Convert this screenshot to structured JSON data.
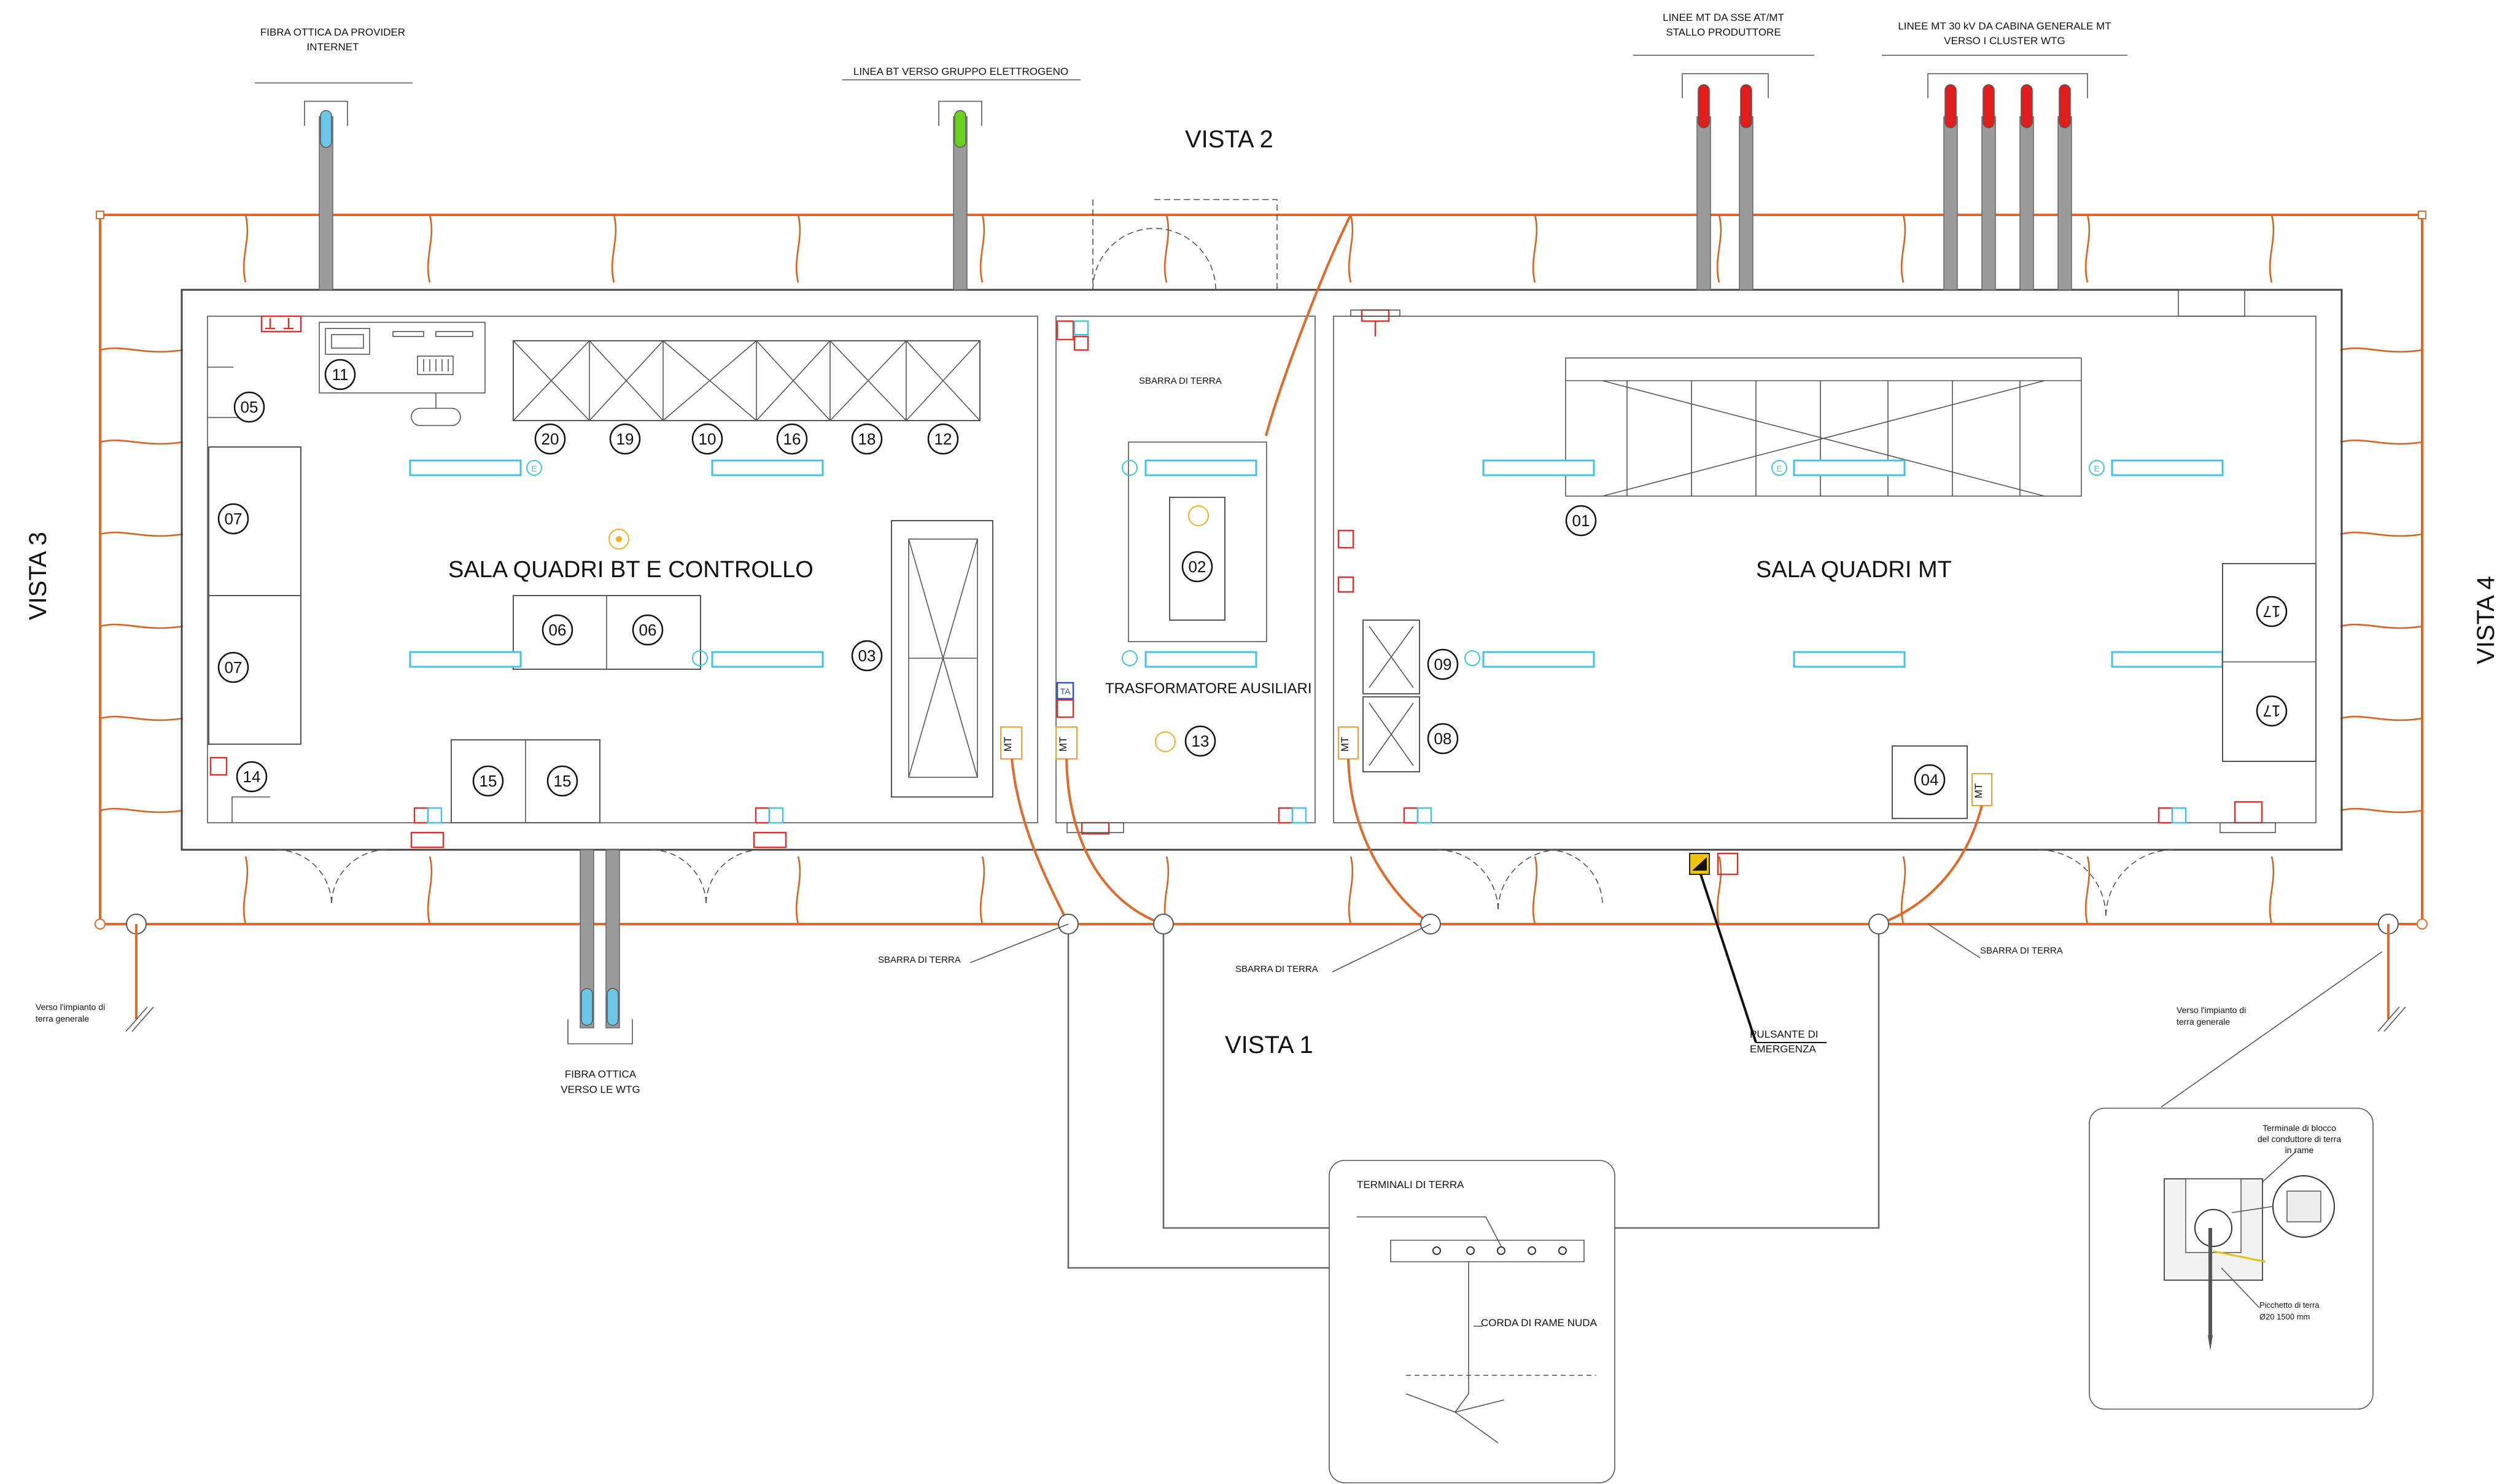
{
  "views": {
    "top": "VISTA 2",
    "bottom": "VISTA 1",
    "left": "VISTA 3",
    "right": "VISTA 4"
  },
  "rooms": {
    "bt": "SALA QUADRI BT E CONTROLLO",
    "trafo": "TRASFORMATORE AUSILIARI",
    "mt": "SALA QUADRI MT"
  },
  "incoming": {
    "fibre_provider": [
      "FIBRA OTTICA DA PROVIDER",
      "INTERNET"
    ],
    "bt_generator": [
      "LINEA BT VERSO GRUPPO ELETTROGENO"
    ],
    "mt_sse": [
      "LINEE MT DA SSE AT/MT",
      "STALLO PRODUTTORE"
    ],
    "mt_cluster": [
      "LINEE MT 30 kV DA CABINA GENERALE MT",
      "VERSO I CLUSTER WTG"
    ],
    "fibre_wtg": [
      "FIBRA OTTICA",
      "VERSO LE WTG"
    ]
  },
  "labels": {
    "sbarra": "SBARRA DI TERRA",
    "earth_general": [
      "Verso l'impianto di",
      "terra generale"
    ],
    "emergency": [
      "PULSANTE DI",
      "EMERGENZA"
    ],
    "terminali": "TERMINALI DI TERRA",
    "corda": "CORDA DI RAME NUDA",
    "terminale_blocco": [
      "Terminale di blocco",
      "del conduttore di terra",
      "in rame"
    ],
    "picchetto": [
      "Picchetto di terra",
      "Ø20 1500 mm"
    ],
    "mt_tag": "MT",
    "ta_tag": "TA",
    "e_tag": "E"
  },
  "equipment_numbers": {
    "bt_row": [
      "20",
      "19",
      "10",
      "16",
      "18",
      "12"
    ],
    "n11": "11",
    "n05": "05",
    "n07": "07",
    "n06": "06",
    "n03": "03",
    "n14": "14",
    "n15": "15",
    "n02": "02",
    "n13": "13",
    "n01": "01",
    "n09": "09",
    "n08": "08",
    "n04": "04",
    "n17": "17"
  },
  "colors": {
    "earth": "#e06a2a",
    "lamp": "#3cc6e6",
    "cable_red": "#e21b1b",
    "cable_green": "#6ad21f",
    "cable_blue": "#6bc7ea",
    "pipe": "#9a9a9a"
  }
}
